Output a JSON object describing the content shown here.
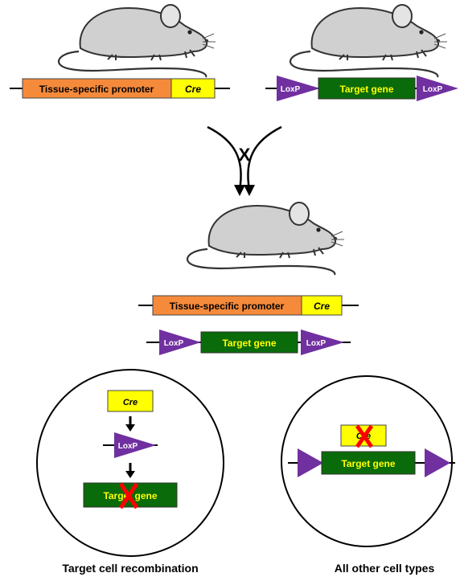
{
  "constructs": {
    "promoter_label": "Tissue-specific promoter",
    "cre_label": "Cre",
    "loxp_label": "LoxP",
    "target_gene_label": "Target gene"
  },
  "cross_label": "X",
  "cells": {
    "left": {
      "cre_label": "Cre",
      "loxp_label": "LoxP",
      "target_gene_label": "Target gene",
      "caption": "Target cell recombination"
    },
    "right": {
      "cre_label": "Cre",
      "target_gene_label": "Target gene",
      "caption": "All other cell types"
    }
  },
  "colors": {
    "promoter": "#f58a3b",
    "cre": "#ffff00",
    "target_gene": "#0a6b0a",
    "target_gene_text": "#ffff00",
    "loxp": "#7030a0",
    "cross_mark": "#ff0000",
    "mouse_fill": "#d0d0d0"
  }
}
